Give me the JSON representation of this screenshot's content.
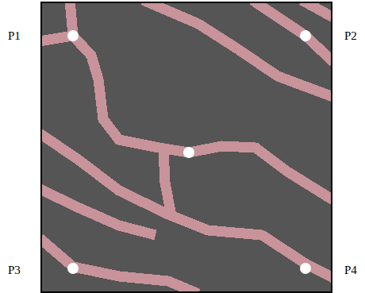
{
  "diagram": {
    "labels": [
      "P1",
      "P2",
      "P3",
      "P4"
    ]
  }
}
